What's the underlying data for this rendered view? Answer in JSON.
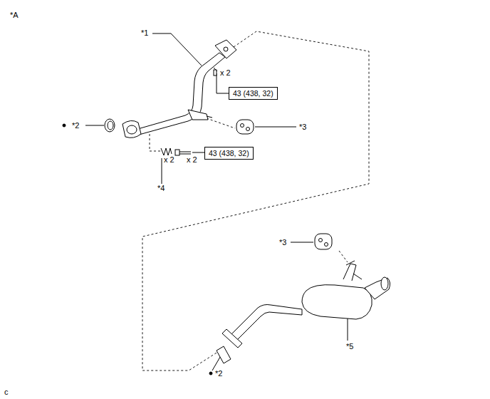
{
  "diagram": {
    "nodes": [
      {
        "text": [
          "43 (438, 32)"
        ]
      },
      {
        "text": [
          "43 (438, 32)"
        ]
      }
    ],
    "edges": [],
    "labels": [
      "*A",
      "*1",
      "x 2",
      "*2",
      "*3",
      "x 2",
      "x 2",
      "*4",
      "*3",
      "*5",
      "*2",
      "c"
    ]
  }
}
